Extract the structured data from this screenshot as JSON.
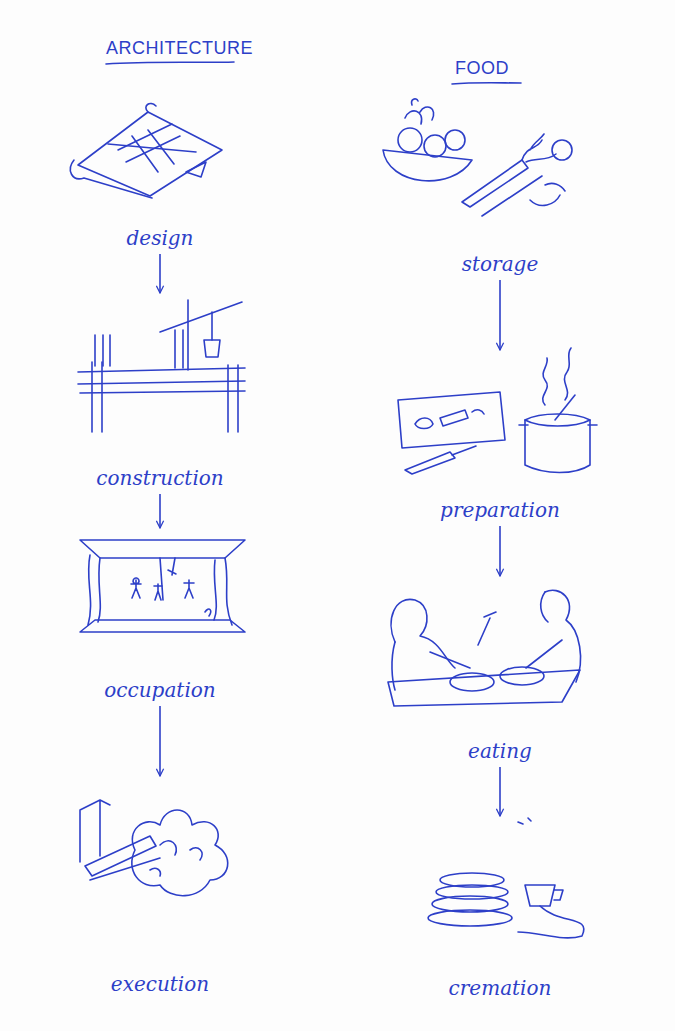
{
  "diagram": {
    "nodes": [
      {
        "text": [
          "design"
        ]
      },
      {
        "text": [
          "construction"
        ]
      },
      {
        "text": [
          "occupation"
        ]
      },
      {
        "text": [
          "execution"
        ]
      },
      {
        "text": [
          "storage"
        ]
      },
      {
        "text": [
          "preparation"
        ]
      },
      {
        "text": [
          "eating"
        ]
      },
      {
        "text": [
          "cremation"
        ]
      }
    ],
    "edges": [
      {
        "from": 0,
        "to": 1,
        "arrow": "to"
      },
      {
        "from": 1,
        "to": 2,
        "arrow": "to"
      },
      {
        "from": 2,
        "to": 3,
        "arrow": "to"
      },
      {
        "from": 4,
        "to": 5,
        "arrow": "to"
      },
      {
        "from": 5,
        "to": 6,
        "arrow": "to"
      },
      {
        "from": 6,
        "to": 7,
        "arrow": "to"
      }
    ],
    "labels": [
      "ARCHITECTURE",
      "FOOD"
    ]
  }
}
